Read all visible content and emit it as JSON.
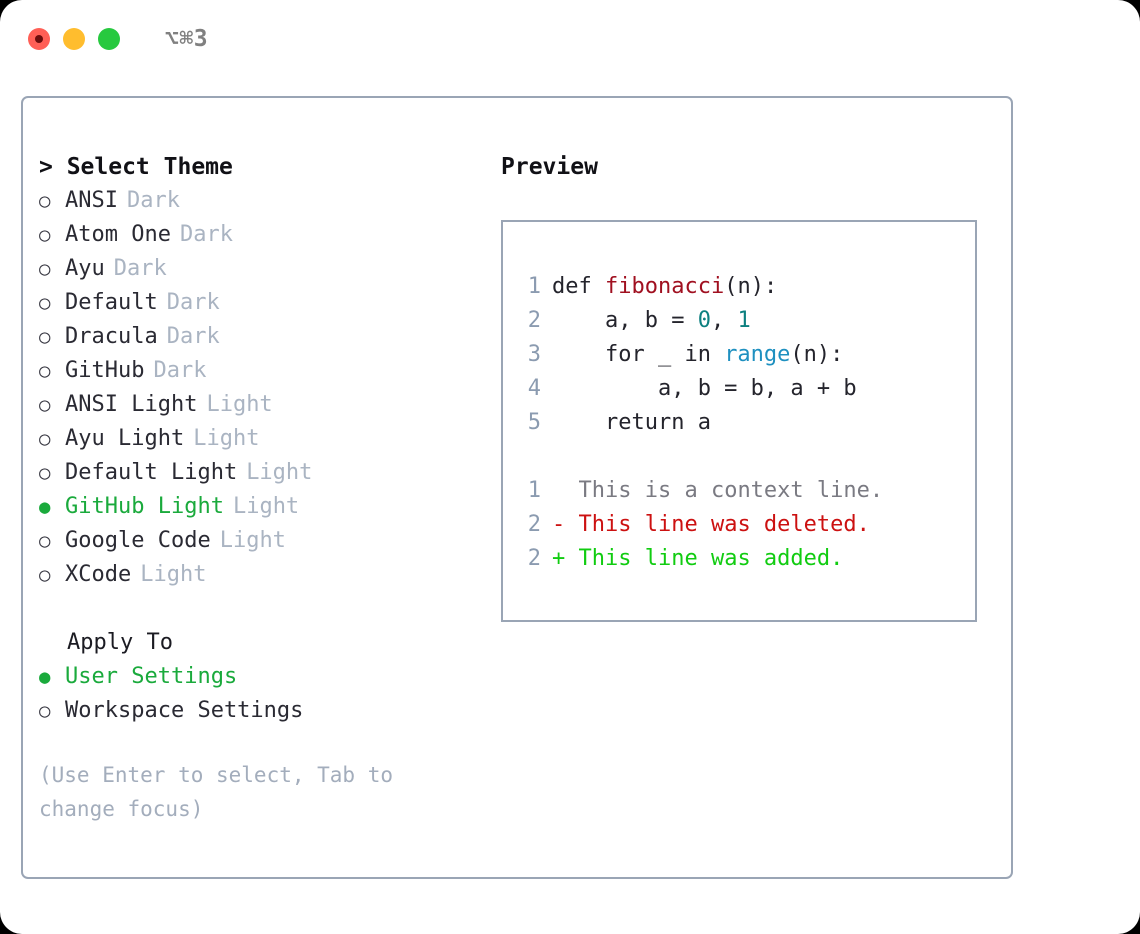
{
  "window": {
    "titlebar": {
      "traffic_lights": [
        "close",
        "minimize",
        "maximize"
      ],
      "shortcut": "⌥⌘3"
    }
  },
  "left_pane": {
    "heading": "> Select Theme",
    "themes": [
      {
        "bullet": "○",
        "name": "ANSI",
        "variant": "Dark",
        "selected": false
      },
      {
        "bullet": "○",
        "name": "Atom One",
        "variant": "Dark",
        "selected": false
      },
      {
        "bullet": "○",
        "name": "Ayu",
        "variant": "Dark",
        "selected": false
      },
      {
        "bullet": "○",
        "name": "Default",
        "variant": "Dark",
        "selected": false
      },
      {
        "bullet": "○",
        "name": "Dracula",
        "variant": "Dark",
        "selected": false
      },
      {
        "bullet": "○",
        "name": "GitHub",
        "variant": "Dark",
        "selected": false
      },
      {
        "bullet": "○",
        "name": "ANSI Light",
        "variant": "Light",
        "selected": false
      },
      {
        "bullet": "○",
        "name": "Ayu Light",
        "variant": "Light",
        "selected": false
      },
      {
        "bullet": "○",
        "name": "Default Light",
        "variant": "Light",
        "selected": false
      },
      {
        "bullet": "●",
        "name": "GitHub Light",
        "variant": "Light",
        "selected": true
      },
      {
        "bullet": "○",
        "name": "Google Code",
        "variant": "Light",
        "selected": false
      },
      {
        "bullet": "○",
        "name": "XCode",
        "variant": "Light",
        "selected": false
      }
    ],
    "apply_to": {
      "heading": "Apply To",
      "options": [
        {
          "bullet": "●",
          "name": "User Settings",
          "selected": true
        },
        {
          "bullet": "○",
          "name": "Workspace Settings",
          "selected": false
        }
      ]
    },
    "hint": "(Use Enter to select, Tab to change focus)"
  },
  "right_pane": {
    "heading": "Preview",
    "code_lines": [
      {
        "num": "1",
        "segments": [
          {
            "text": "def ",
            "kind": "plain"
          },
          {
            "text": "fibonacci",
            "kind": "func"
          },
          {
            "text": "(n):",
            "kind": "plain"
          }
        ]
      },
      {
        "num": "2",
        "segments": [
          {
            "text": "    a, b = ",
            "kind": "plain"
          },
          {
            "text": "0",
            "kind": "num"
          },
          {
            "text": ", ",
            "kind": "plain"
          },
          {
            "text": "1",
            "kind": "num"
          }
        ]
      },
      {
        "num": "3",
        "segments": [
          {
            "text": "    for _ in ",
            "kind": "plain"
          },
          {
            "text": "range",
            "kind": "call"
          },
          {
            "text": "(n):",
            "kind": "plain"
          }
        ]
      },
      {
        "num": "4",
        "segments": [
          {
            "text": "        a, b = b, a + b",
            "kind": "plain"
          }
        ]
      },
      {
        "num": "5",
        "segments": [
          {
            "text": "    return a",
            "kind": "plain"
          }
        ]
      }
    ],
    "diff_lines": [
      {
        "num": "1",
        "marker": "  ",
        "text": "This is a context line.",
        "kind": "ctx"
      },
      {
        "num": "2",
        "marker": "- ",
        "text": "This line was deleted.",
        "kind": "del"
      },
      {
        "num": "2",
        "marker": "+ ",
        "text": "This line was added.",
        "kind": "add"
      }
    ]
  },
  "colors": {
    "accent_green": "#1aaa3c",
    "border": "#9aa5b5",
    "line_number": "#8b9bb0",
    "muted_text": "#aab4c2",
    "function": "#a01020",
    "number": "#0d8080",
    "call": "#1e90c0",
    "deleted": "#cc1111",
    "added": "#11cc11",
    "traffic_red": "#ff5f56",
    "traffic_yellow": "#ffbd2e",
    "traffic_green": "#27c93f"
  }
}
